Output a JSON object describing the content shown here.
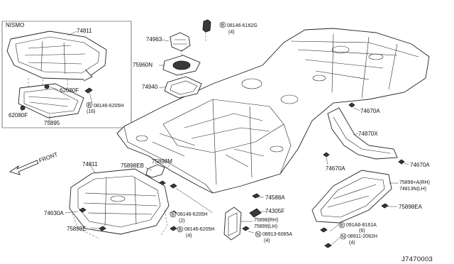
{
  "diagram_code": "J7470003",
  "nismo_box": {
    "title": "NISMO",
    "labels": {
      "p74811": "74811",
      "p62080f_a": "62080F",
      "p62080f_b": "62080F",
      "p75895": "75895",
      "bolt": "08146-6205H",
      "bolt_qty": "(16)"
    }
  },
  "front_indicator": "FRONT",
  "labels": {
    "p74963": "74963",
    "p08146_6162g": "08146-6162G",
    "p08146_6162g_qty": "(4)",
    "p75960n": "75960N",
    "p74940": "74940",
    "p74670a_1": "74670A",
    "p74870x": "74870X",
    "p74670a_2": "74670A",
    "p74670a_3": "74670A",
    "p75898eb": "75898EB",
    "p75898m": "75898M",
    "p74811": "74811",
    "p74630a": "74630A",
    "p75898e": "75898E",
    "p74588a": "74588A",
    "p08146_6205h_2": "08146-6205H",
    "p08146_6205h_2_qty": "(2)",
    "p08146_6205h_4": "08146-6205H",
    "p08146_6205h_4_qty": "(4)",
    "p74305f": "74305F",
    "p75898rh": "75898(RH)",
    "p75899lh": "75899(LH)",
    "p08913": "08913-6065A",
    "p08913_qty": "(4)",
    "p75898a_rh": "75898+A(RH)",
    "p74813n_lh": "74813N(LH)",
    "p75898ea": "75898EA",
    "p091a6": "091A6-8161A",
    "p091a6_qty": "(6)",
    "p08911": "08911-2062H",
    "p08911_qty": "(4)"
  },
  "badges": {
    "b": "B",
    "n": "N"
  }
}
